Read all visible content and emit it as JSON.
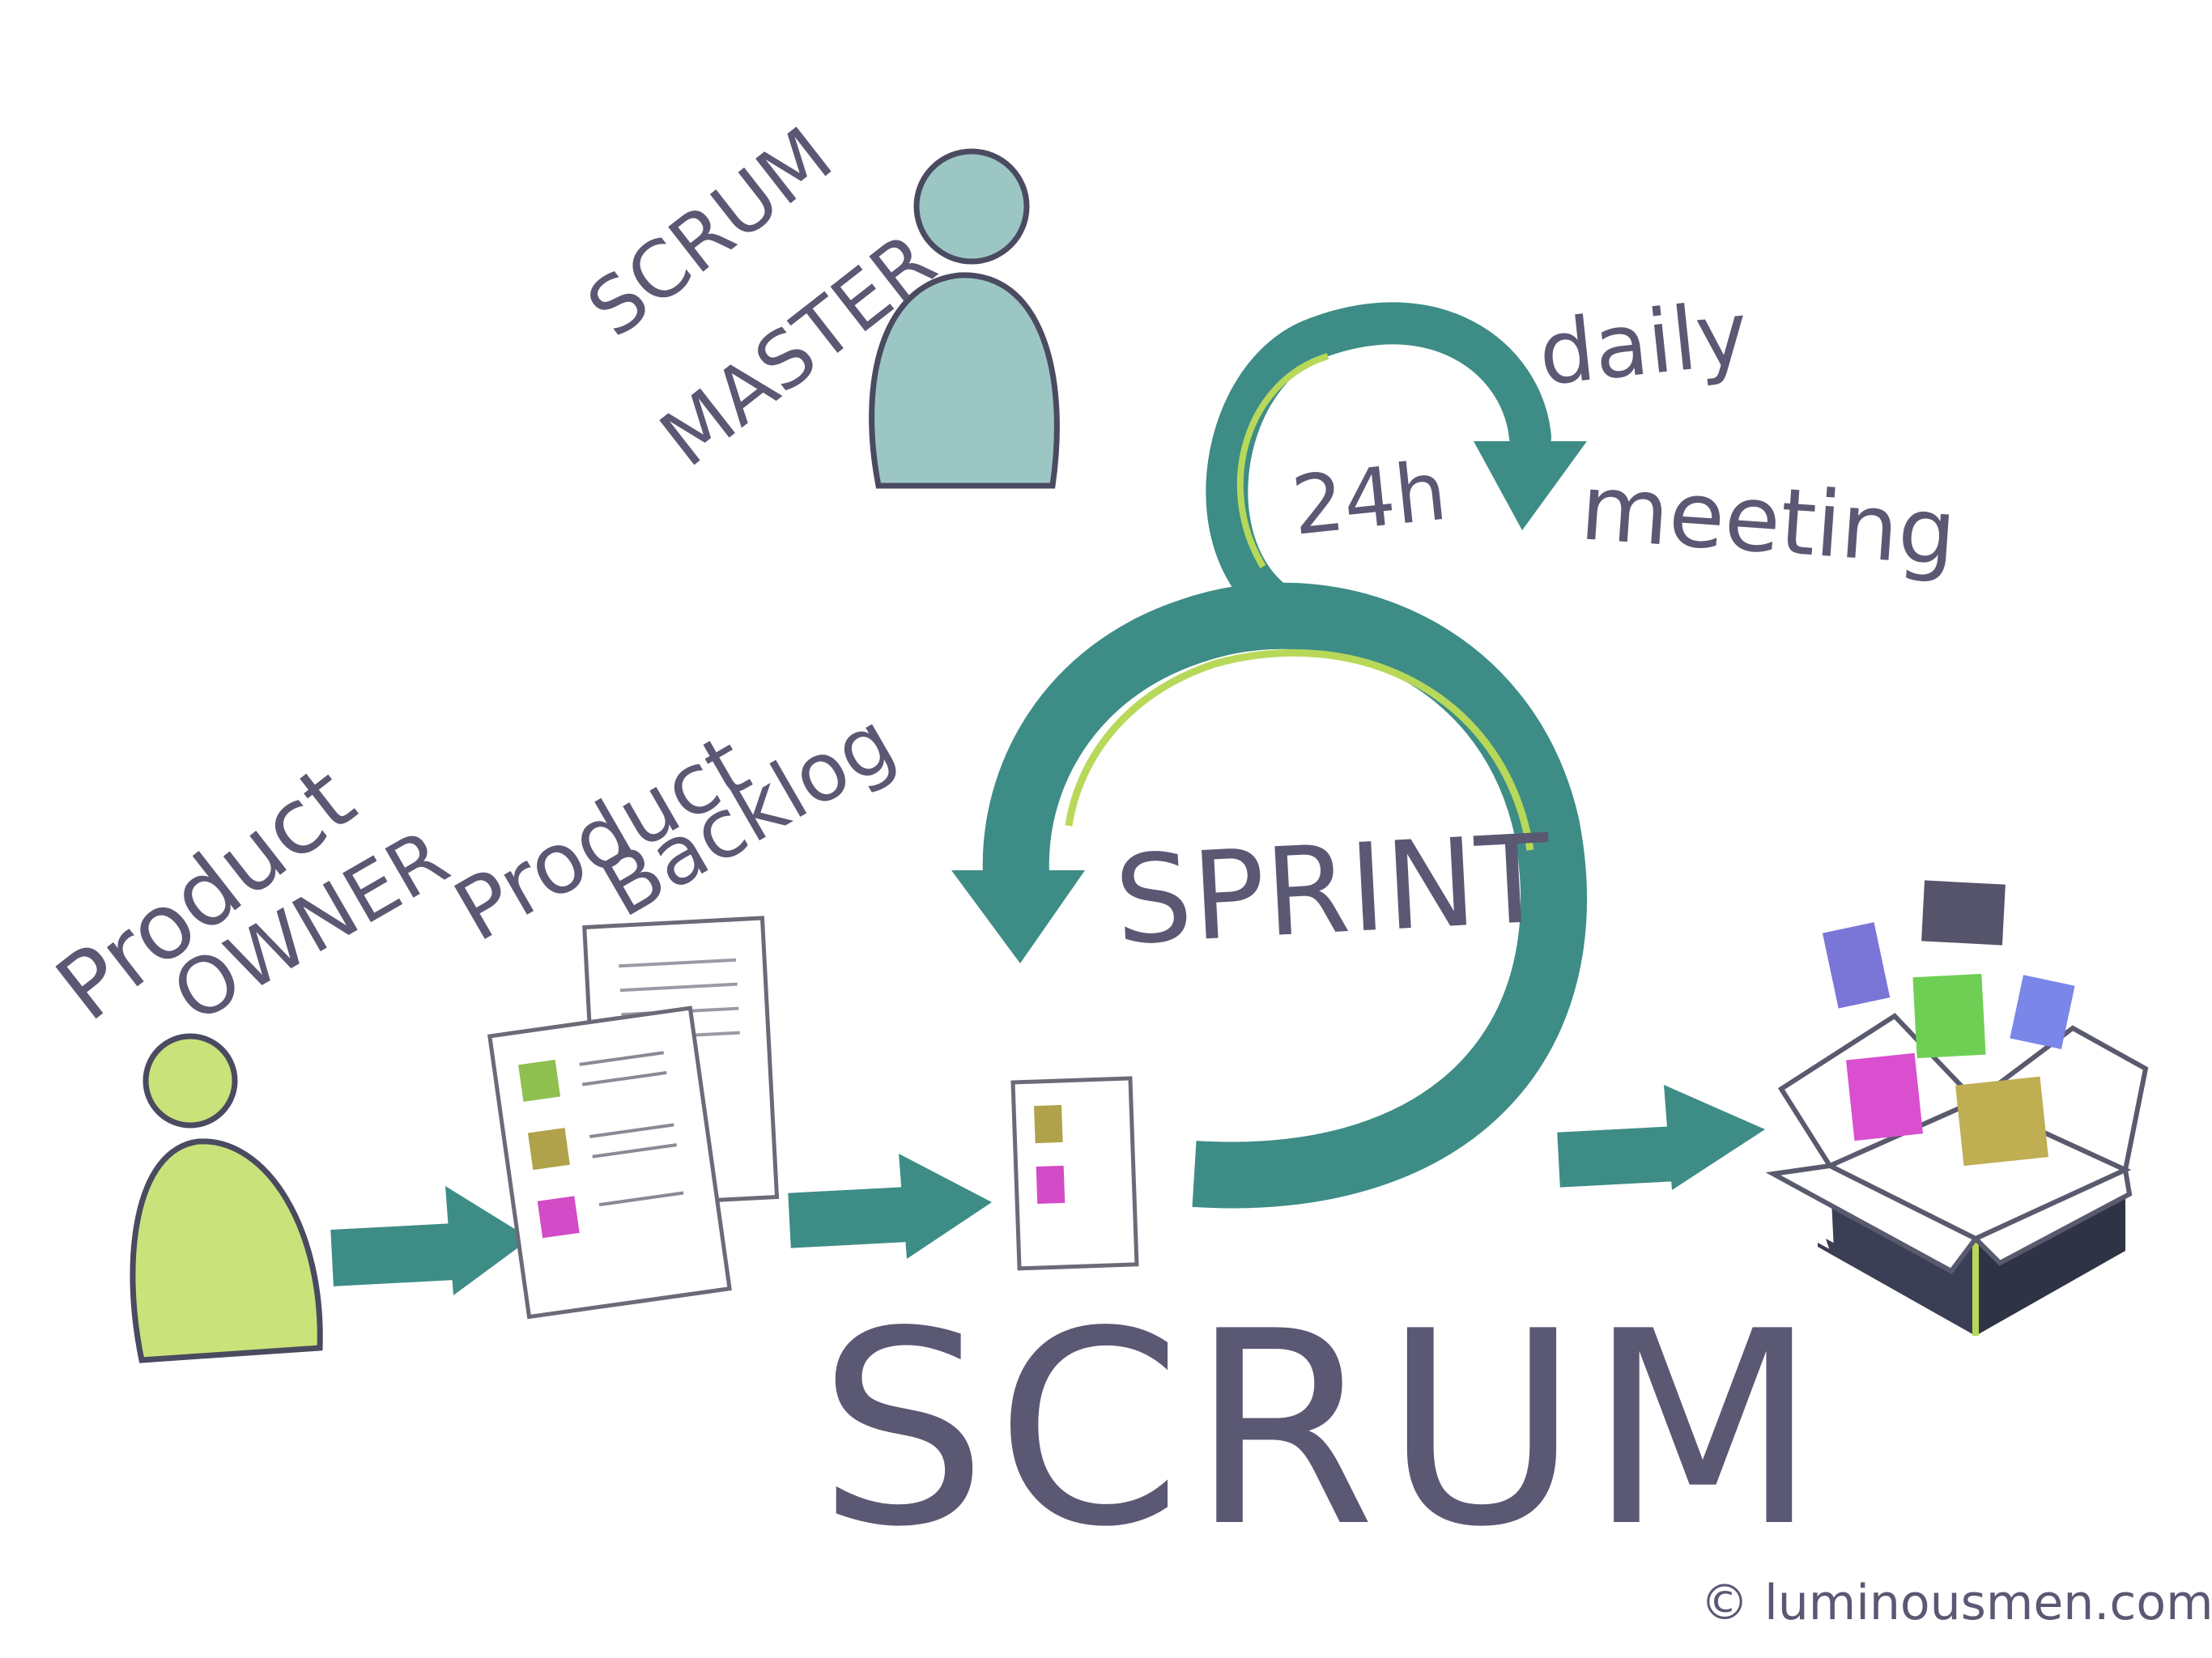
{
  "labels": {
    "scrum_master_line1": "SCRUM",
    "scrum_master_line2": "MASTER",
    "product_owner_line1": "Product",
    "product_owner_line2": "OWNER",
    "product_backlog_line1": "Product",
    "product_backlog_line2": "Backlog",
    "daily_line1": "daily",
    "daily_line2": "meeting",
    "daily_cycle": "24h",
    "sprint": "SPRINT",
    "title": "SCRUM",
    "credit": "© luminousmen.com"
  },
  "colors": {
    "ink": "#5a5873",
    "teal": "#3e8c86",
    "lime": "#b8d85a",
    "master_fill": "#9cc6c3",
    "owner_fill": "#c9e27a",
    "card_green": "#8fbf4f",
    "card_olive": "#b0a24a",
    "card_magenta": "#d34bc6",
    "cube_purple": "#7a76d8",
    "cube_dark": "#55546a",
    "cube_green": "#6fcf55",
    "cube_blue": "#7a86e8",
    "cube_magenta": "#d94fcf",
    "cube_olive": "#bfae52"
  }
}
